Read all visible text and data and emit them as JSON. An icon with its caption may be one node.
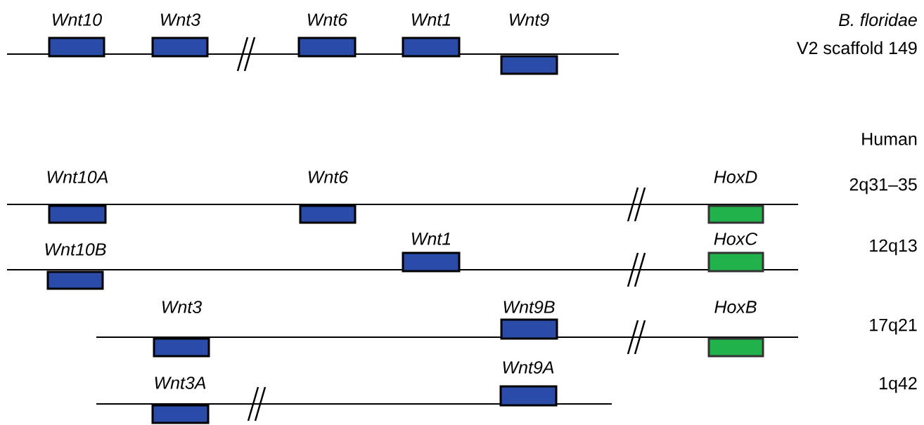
{
  "diagram": {
    "nodes": [
      {
        "text": [
          "Wnt10"
        ]
      },
      {
        "text": [
          "Wnt3"
        ]
      },
      {
        "text": [
          "Wnt6"
        ]
      },
      {
        "text": [
          "Wnt1"
        ]
      },
      {
        "text": [
          "Wnt9"
        ]
      },
      {
        "text": [
          "Wnt10A"
        ]
      },
      {
        "text": [
          "Wnt6"
        ]
      },
      {
        "text": [
          "HoxD"
        ]
      },
      {
        "text": [
          "Wnt10B"
        ]
      },
      {
        "text": [
          "Wnt1"
        ]
      },
      {
        "text": [
          "HoxC"
        ]
      },
      {
        "text": [
          "Wnt3"
        ]
      },
      {
        "text": [
          "Wnt9B"
        ]
      },
      {
        "text": [
          "HoxB"
        ]
      },
      {
        "text": [
          "Wnt3A"
        ]
      },
      {
        "text": [
          "Wnt9A"
        ]
      }
    ],
    "labels": [
      "B. floridae",
      "V2 scaffold 149",
      "Human",
      "2q31–35",
      "12q13",
      "17q21",
      "1q42"
    ]
  }
}
